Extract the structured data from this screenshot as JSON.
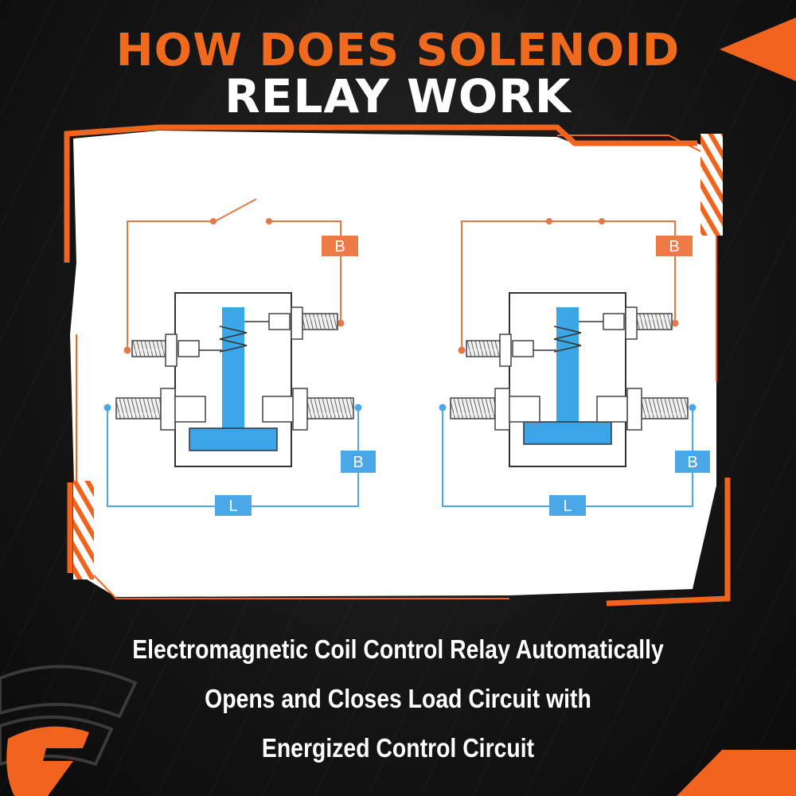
{
  "title": {
    "line1": "HOW DOES SOLENOID",
    "line2": "RELAY WORK"
  },
  "diagrams": [
    {
      "control_label": "B",
      "load_source_label": "B",
      "load_label": "L",
      "state": "open"
    },
    {
      "control_label": "B",
      "load_source_label": "B",
      "load_label": "L",
      "state": "closed"
    }
  ],
  "caption": {
    "line1": "Electromagnetic Coil Control Relay Automatically",
    "line2": "Opens and Closes Load Circuit with",
    "line3": "Energized Control Circuit"
  },
  "colors": {
    "accent": "#f0641e",
    "control_wire": "#e07a4a",
    "load_wire": "#4aa8e8",
    "plunger": "#3aa6e8",
    "title_orange": "#f06a1e",
    "text_white": "#ffffff",
    "panel": "#ffffff"
  },
  "icons": [
    "brand-shield-logo-icon",
    "corner-triangle-icon"
  ]
}
